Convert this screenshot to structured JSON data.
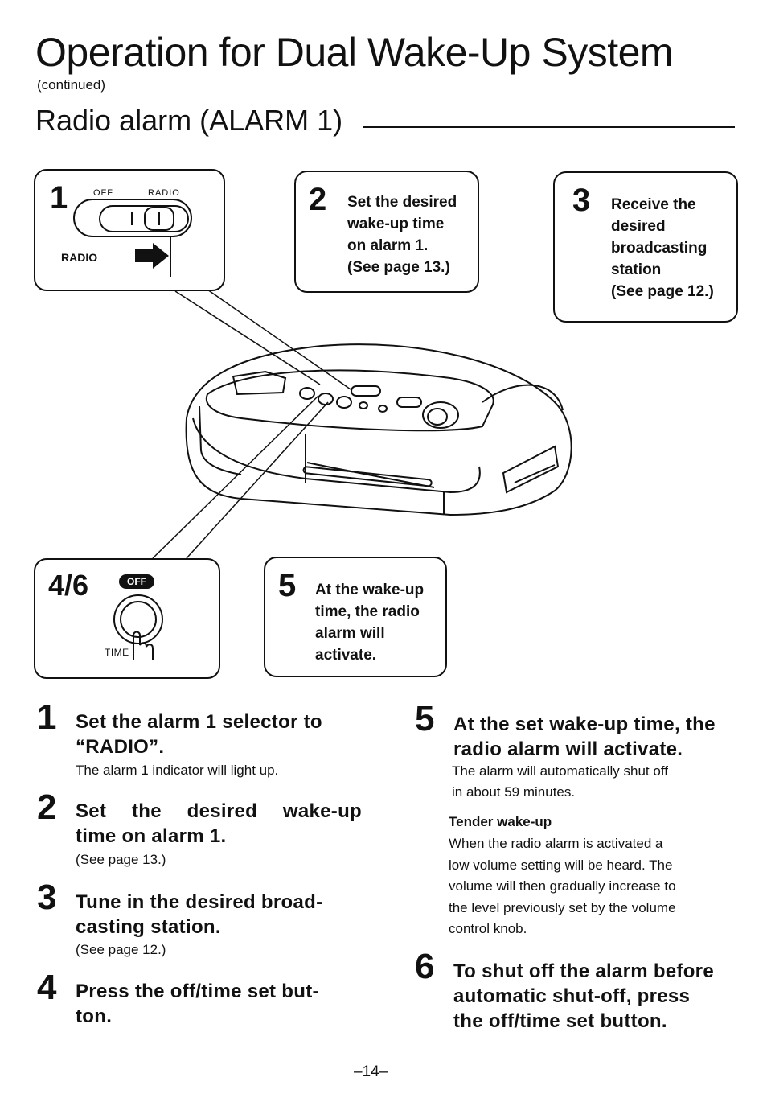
{
  "header": {
    "title": "Operation for Dual Wake-Up System",
    "continued": "(continued)",
    "subtitle": "Radio alarm (ALARM 1)"
  },
  "figure": {
    "callout1": {
      "num": "1",
      "switch_off_label": "OFF",
      "switch_radio_label": "RADIO",
      "arrow_label": "RADIO"
    },
    "callout2": {
      "num": "2",
      "text": [
        "Set the desired",
        "wake-up time",
        "on alarm 1.",
        "(See page 13.)"
      ]
    },
    "callout3": {
      "num": "3",
      "text": [
        "Receive the",
        "desired",
        "broadcasting",
        "station",
        "(See page 12.)"
      ]
    },
    "callout46": {
      "num": "4/6",
      "button_label": "OFF",
      "time_label": "TIME"
    },
    "callout5": {
      "num": "5",
      "text": [
        "At the wake-up",
        "time, the radio",
        "alarm will",
        "activate."
      ]
    }
  },
  "steps": {
    "s1": {
      "num": "1",
      "head": [
        "Set the alarm 1 selector to",
        "“RADIO”."
      ],
      "note": "The alarm 1 indicator will light up."
    },
    "s2": {
      "num": "2",
      "head": [
        "Set the desired wake-up",
        "time on alarm 1."
      ],
      "note": "(See page 13.)"
    },
    "s3": {
      "num": "3",
      "head": [
        "Tune in the desired broad-",
        "casting station."
      ],
      "note": "(See page 12.)"
    },
    "s4": {
      "num": "4",
      "head": [
        "Press the off/time set but-",
        "ton."
      ]
    },
    "s5": {
      "num": "5",
      "head": [
        "At the set wake-up time, the",
        "radio alarm will activate."
      ],
      "note": [
        "The alarm will automatically shut off",
        "in about 59 minutes."
      ]
    },
    "tender": {
      "head": "Tender wake-up",
      "body": [
        "When the radio alarm is activated a",
        "low volume setting will be heard. The",
        "volume will then gradually increase to",
        "the level previously set by the volume",
        "control knob."
      ]
    },
    "s6": {
      "num": "6",
      "head": [
        "To shut off the alarm before",
        "automatic shut-off, press",
        "the off/time set button."
      ]
    }
  },
  "footer": {
    "page": "–14–"
  }
}
